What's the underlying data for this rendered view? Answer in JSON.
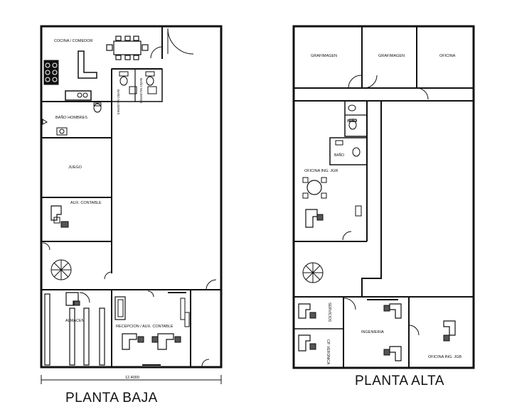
{
  "captions": {
    "baja": "PLANTA BAJA",
    "alta": "PLANTA ALTA"
  },
  "dimension": "12.4000",
  "rooms_baja": {
    "cocina": "COCINA / COMEDOR",
    "bano_mujeres_1": "BAÑO MUJERES",
    "bano_mujeres_2": "BAÑO MUJERES",
    "bano_hombres": "BAÑO HOMBRES",
    "juego": "JUEGO",
    "aux_contable": "AUX. CONTABLE",
    "almacen": "ALMACEN",
    "recepcion": "RECEPCION / AUX. CONTABLE"
  },
  "rooms_alta": {
    "grafimagen_1": "GRAFIMAGEN",
    "grafimagen_2": "GRAFIMAGEN",
    "oficina": "OFICINA",
    "bano_1": "BAÑO",
    "bano_2": "BAÑO",
    "oficina_ing_jgr": "OFICINA ING. JGR",
    "servicios": "SERVICIOS",
    "cp_veronica": "CP. VERONICA",
    "ingenieria": "INGENIERIA",
    "oficina_ing_jgb": "OFICINA ING. JGB"
  }
}
